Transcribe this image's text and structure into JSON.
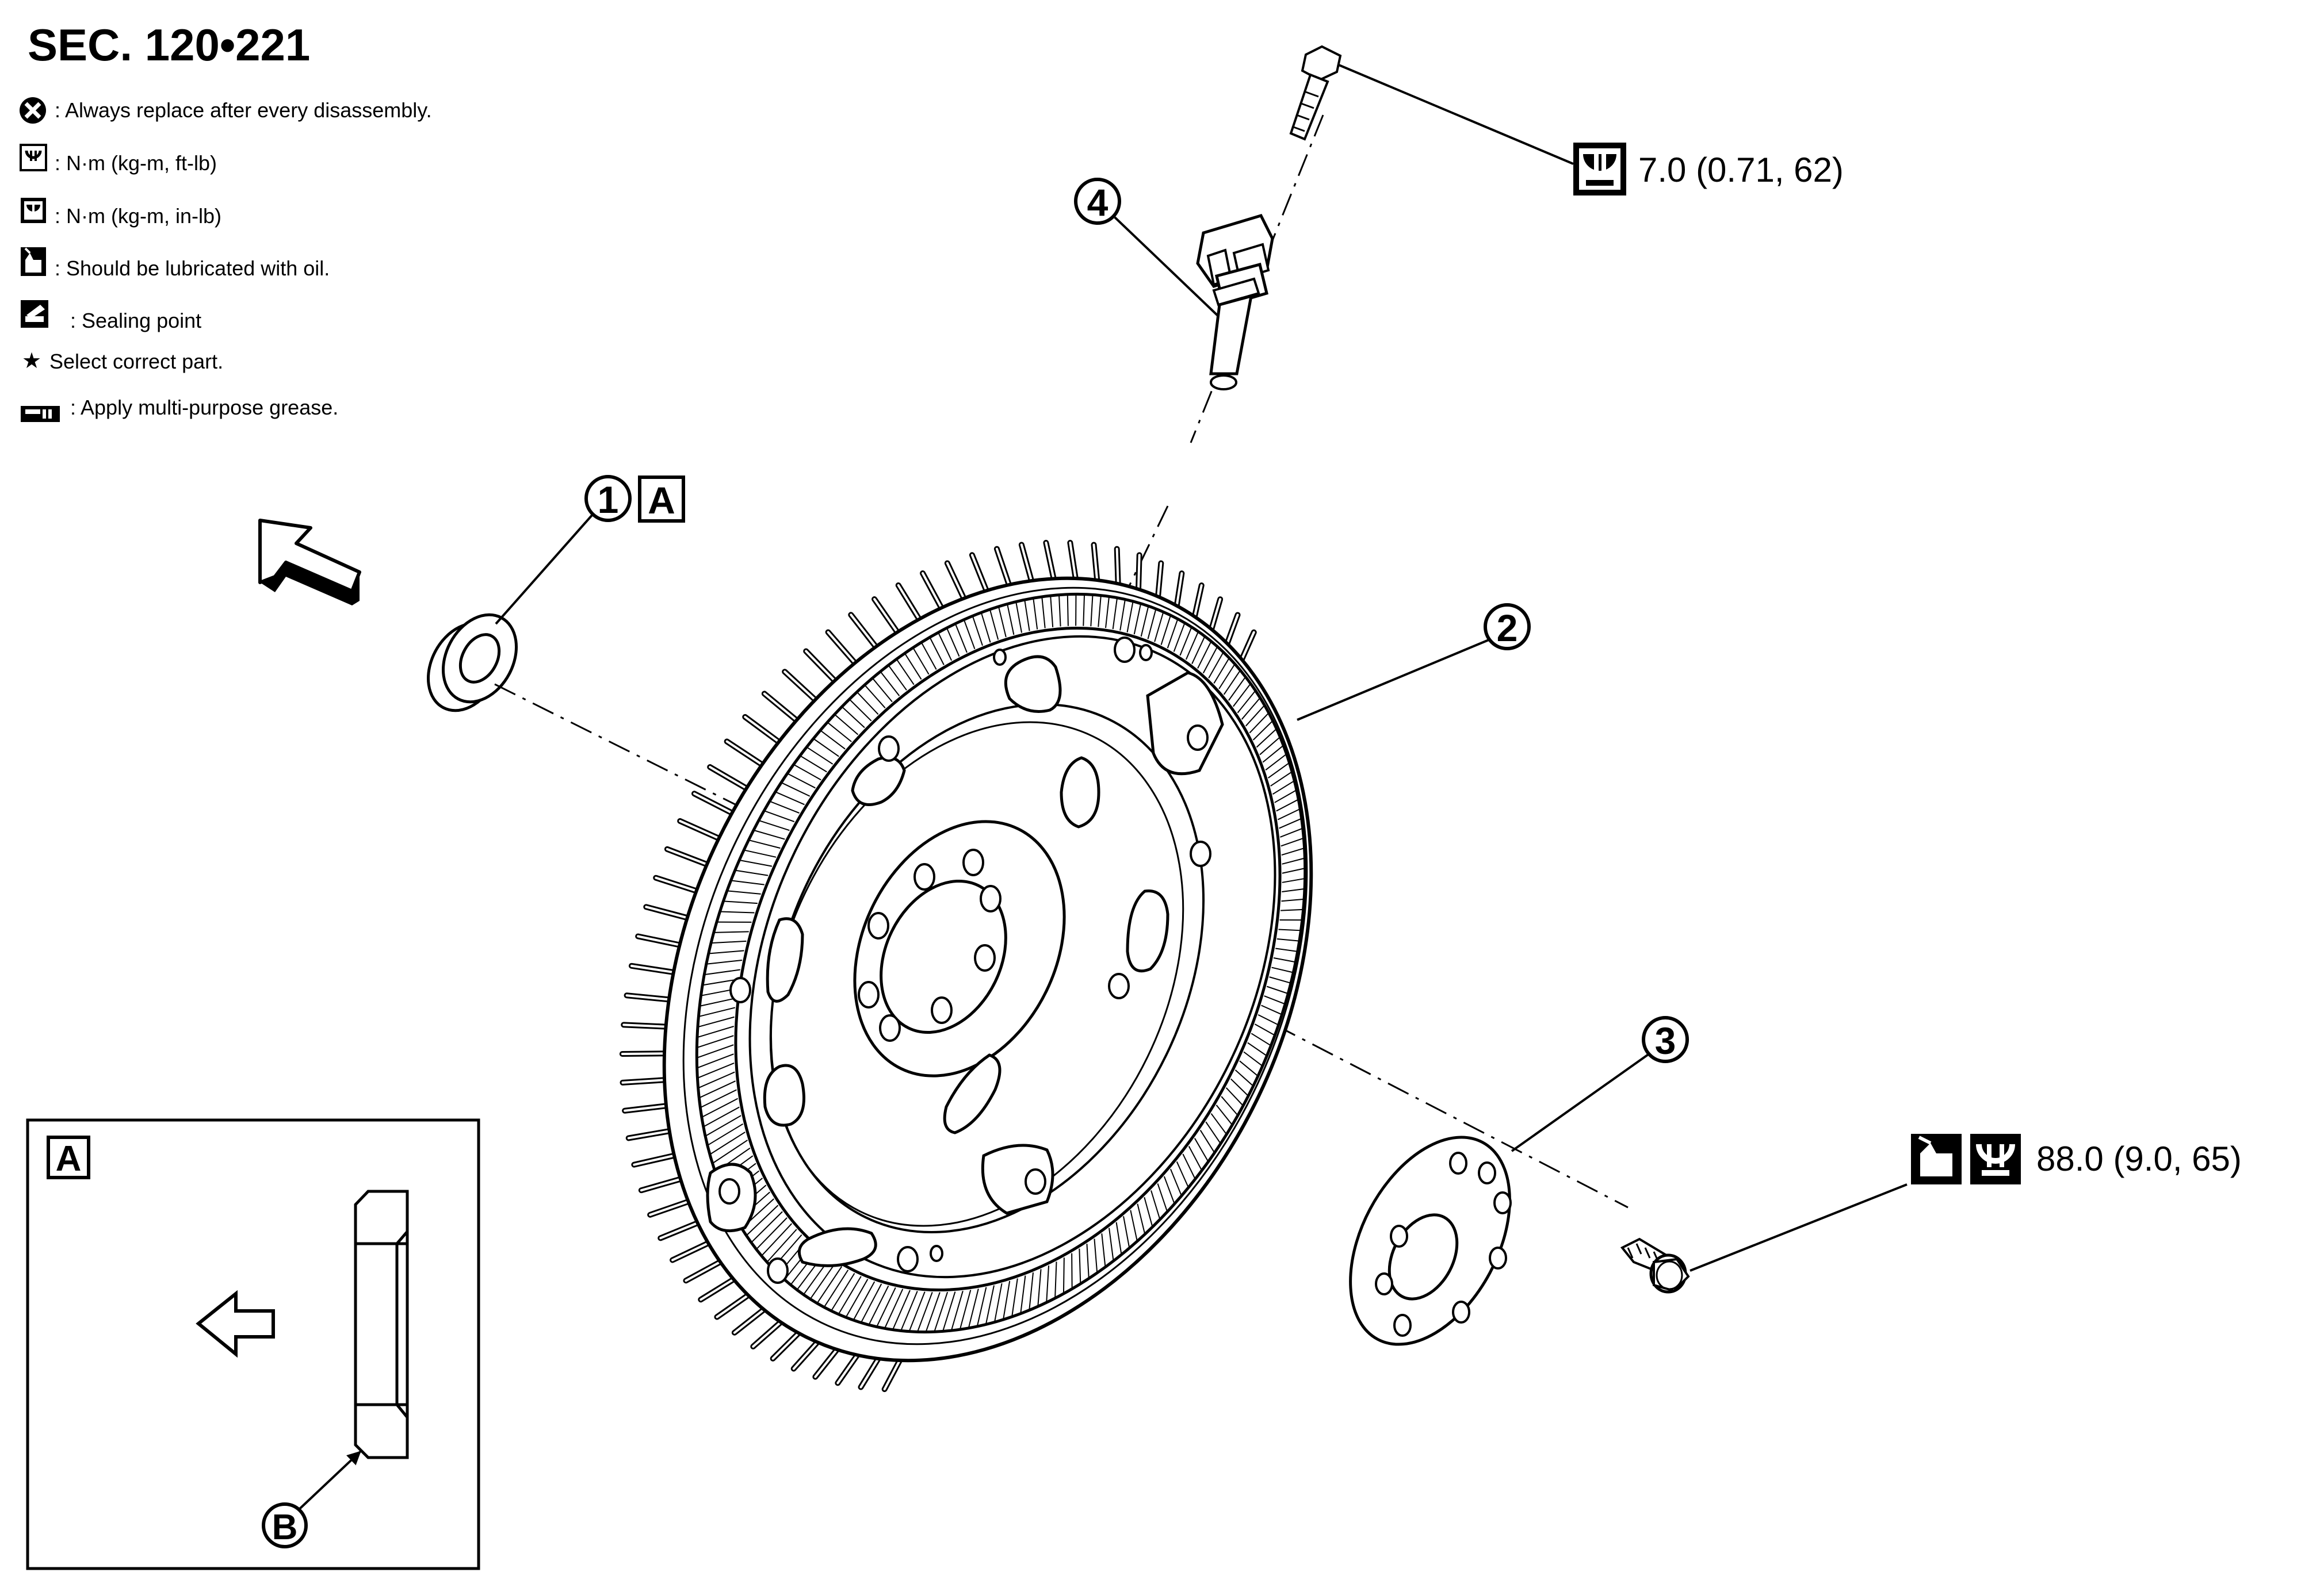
{
  "section": "SEC. 120•221",
  "legend": [
    {
      "icon": "always-replace-icon",
      "text": ": Always replace after every disassembly."
    },
    {
      "icon": "torque-ft-lb-icon",
      "text": ": N·m (kg-m, ft-lb)"
    },
    {
      "icon": "torque-in-lb-icon",
      "text": ": N·m (kg-m, in-lb)"
    },
    {
      "icon": "oil-can-icon",
      "text": ": Should be lubricated with oil."
    },
    {
      "icon": "sealing-point-icon",
      "text": ": Sealing point"
    },
    {
      "icon": "star-icon",
      "text": "Select correct part."
    },
    {
      "icon": "grease-gun-icon",
      "text": ": Apply multi-purpose grease."
    }
  ],
  "star_glyph": "★",
  "callouts": {
    "one": "1",
    "two": "2",
    "three": "3",
    "four": "4",
    "b": "B",
    "a_box": "A"
  },
  "torque": {
    "sensor_bolt": "7.0 (0.71, 62)",
    "drive_plate_bolt": "88.0 (9.0, 65)"
  },
  "detail": {
    "label": "A"
  }
}
